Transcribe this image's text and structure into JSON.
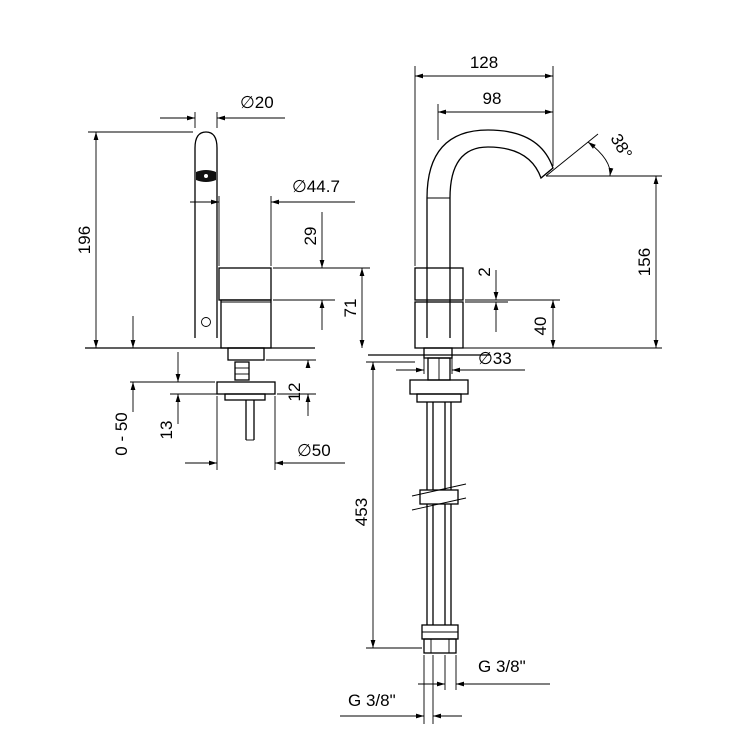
{
  "drawing": {
    "side_view": {
      "spout_diameter": "∅20",
      "body_diameter": "∅44.7",
      "height_total": "196",
      "lever_height": "29",
      "body_height": "71",
      "deck_range": "0 - 50",
      "nut_offset": "13",
      "nut_thickness": "12",
      "washer_diameter": "∅50"
    },
    "front_view": {
      "reach_total": "128",
      "reach_inner": "98",
      "spout_angle": "38°",
      "outlet_height": "156",
      "gap": "2",
      "base_height": "40",
      "shank_diameter": "∅33",
      "hose_length": "453",
      "connection_right": "G 3/8\"",
      "connection_left": "G 3/8\""
    }
  }
}
